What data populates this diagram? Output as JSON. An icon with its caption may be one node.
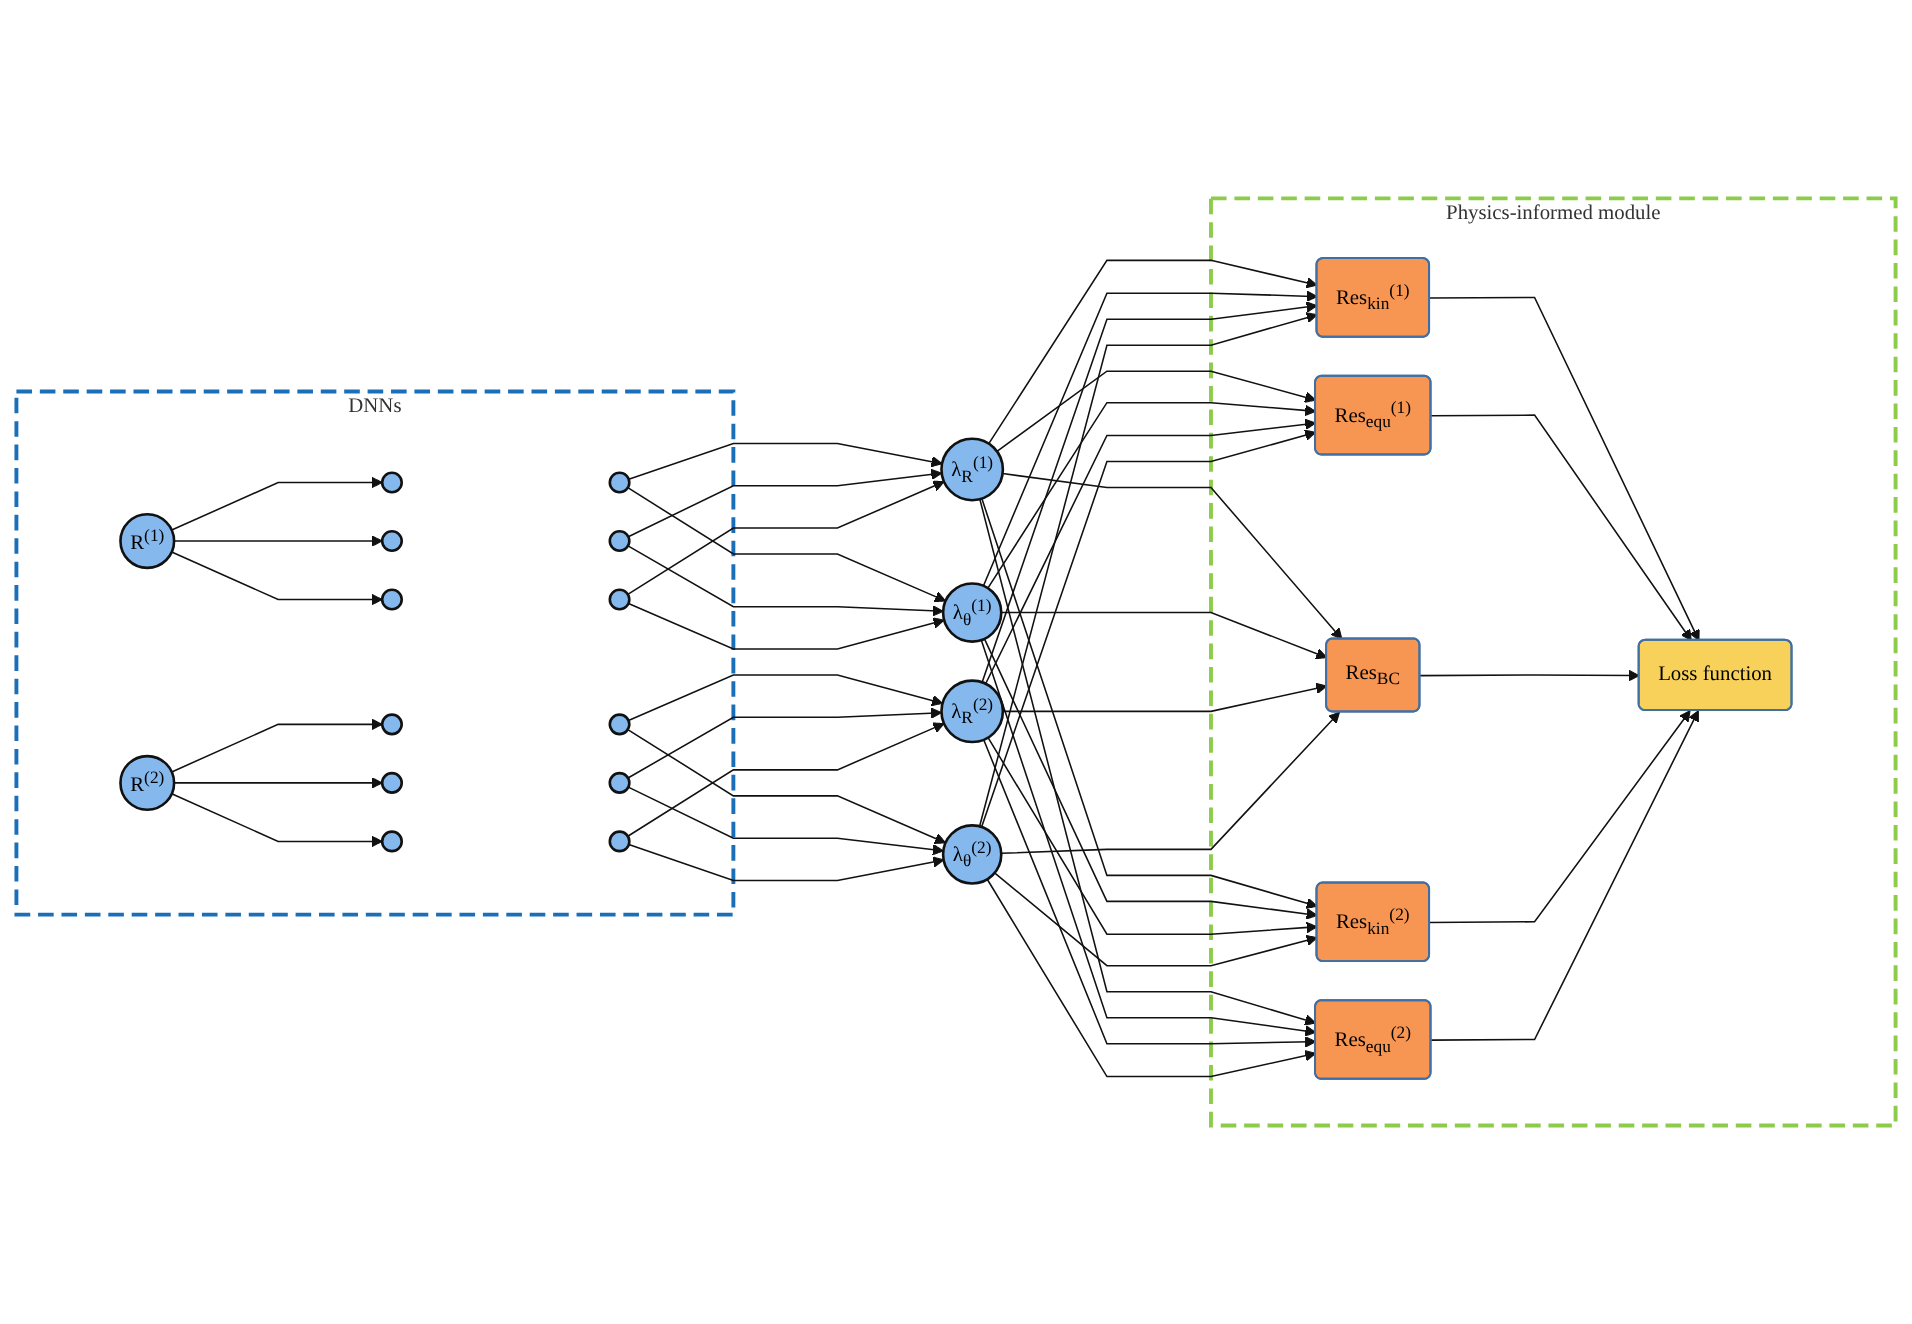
{
  "diagram": {
    "nodes": [
      {
        "text": [
          "DNNs"
        ]
      },
      {
        "text": [
          "Physics-informed module"
        ]
      },
      {
        "text": [
          "R$^{(1)}$"
        ],
        "in": 0
      },
      {
        "text": [],
        "shape": "circle",
        "in": 0
      },
      {
        "text": [],
        "shape": "circle",
        "in": 0
      },
      {
        "text": [],
        "shape": "circle",
        "in": 0
      },
      {
        "text": [],
        "shape": "circle",
        "in": 0
      },
      {
        "text": [],
        "shape": "circle",
        "in": 0
      },
      {
        "text": [],
        "shape": "circle",
        "in": 0
      },
      {
        "text": [
          "R$^{(2)}$"
        ],
        "in": 0
      },
      {
        "text": [],
        "shape": "circle",
        "in": 0
      },
      {
        "text": [],
        "shape": "circle",
        "in": 0
      },
      {
        "text": [],
        "shape": "circle",
        "in": 0
      },
      {
        "text": [],
        "shape": "circle",
        "in": 0
      },
      {
        "text": [],
        "shape": "circle",
        "in": 0
      },
      {
        "text": [],
        "shape": "circle",
        "in": 0
      },
      {
        "text": [
          "λ$_{R}$$^{(1)}$"
        ]
      },
      {
        "text": [
          "λ$_{θ}$$^{(1)}$"
        ]
      },
      {
        "text": [
          "λ$_{R}$$^{(2)}$"
        ]
      },
      {
        "text": [
          "λ$_{θ}$$^{(2)}$"
        ]
      },
      {
        "text": [
          "Res$_{kin}$$^{(1)}$"
        ],
        "in": 1
      },
      {
        "text": [
          "Res$_{equ}$$^{(1)}$"
        ],
        "in": 1
      },
      {
        "text": [
          "Res$_{BC}$"
        ],
        "in": 1
      },
      {
        "text": [
          "Res$_{kin}$$^{(2)}$"
        ],
        "in": 1
      },
      {
        "text": [
          "Res$_{equ}$$^{(2)}$"
        ],
        "in": 1
      },
      {
        "text": [
          "Loss function"
        ],
        "in": 1
      }
    ],
    "edges": [
      {
        "from": 2,
        "to": 3,
        "arrow": "to"
      },
      {
        "from": 2,
        "to": 4,
        "arrow": "to"
      },
      {
        "from": 2,
        "to": 5,
        "arrow": "to"
      },
      {
        "from": 6,
        "to": 16,
        "arrow": "to"
      },
      {
        "from": 6,
        "to": 17,
        "arrow": "to"
      },
      {
        "from": 7,
        "to": 16,
        "arrow": "to"
      },
      {
        "from": 7,
        "to": 17,
        "arrow": "to"
      },
      {
        "from": 8,
        "to": 16,
        "arrow": "to"
      },
      {
        "from": 8,
        "to": 17,
        "arrow": "to"
      },
      {
        "from": 9,
        "to": 10,
        "arrow": "to"
      },
      {
        "from": 9,
        "to": 11,
        "arrow": "to"
      },
      {
        "from": 9,
        "to": 12,
        "arrow": "to"
      },
      {
        "from": 13,
        "to": 18,
        "arrow": "to"
      },
      {
        "from": 13,
        "to": 19,
        "arrow": "to"
      },
      {
        "from": 14,
        "to": 18,
        "arrow": "to"
      },
      {
        "from": 14,
        "to": 19,
        "arrow": "to"
      },
      {
        "from": 15,
        "to": 18,
        "arrow": "to"
      },
      {
        "from": 15,
        "to": 19,
        "arrow": "to"
      },
      {
        "from": 16,
        "to": 20,
        "arrow": "to"
      },
      {
        "from": 16,
        "to": 21,
        "arrow": "to"
      },
      {
        "from": 16,
        "to": 22,
        "arrow": "to"
      },
      {
        "from": 16,
        "to": 23,
        "arrow": "to"
      },
      {
        "from": 16,
        "to": 24,
        "arrow": "to"
      },
      {
        "from": 17,
        "to": 20,
        "arrow": "to"
      },
      {
        "from": 17,
        "to": 21,
        "arrow": "to"
      },
      {
        "from": 17,
        "to": 22,
        "arrow": "to"
      },
      {
        "from": 17,
        "to": 23,
        "arrow": "to"
      },
      {
        "from": 17,
        "to": 24,
        "arrow": "to"
      },
      {
        "from": 18,
        "to": 20,
        "arrow": "to"
      },
      {
        "from": 18,
        "to": 21,
        "arrow": "to"
      },
      {
        "from": 18,
        "to": 22,
        "arrow": "to"
      },
      {
        "from": 18,
        "to": 23,
        "arrow": "to"
      },
      {
        "from": 18,
        "to": 24,
        "arrow": "to"
      },
      {
        "from": 19,
        "to": 20,
        "arrow": "to"
      },
      {
        "from": 19,
        "to": 21,
        "arrow": "to"
      },
      {
        "from": 19,
        "to": 22,
        "arrow": "to"
      },
      {
        "from": 19,
        "to": 23,
        "arrow": "to"
      },
      {
        "from": 19,
        "to": 24,
        "arrow": "to"
      },
      {
        "from": 20,
        "to": 25,
        "arrow": "to"
      },
      {
        "from": 21,
        "to": 25,
        "arrow": "to"
      },
      {
        "from": 22,
        "to": 25,
        "arrow": "to"
      },
      {
        "from": 23,
        "to": 25,
        "arrow": "to"
      },
      {
        "from": 24,
        "to": 25,
        "arrow": "to"
      }
    ]
  }
}
